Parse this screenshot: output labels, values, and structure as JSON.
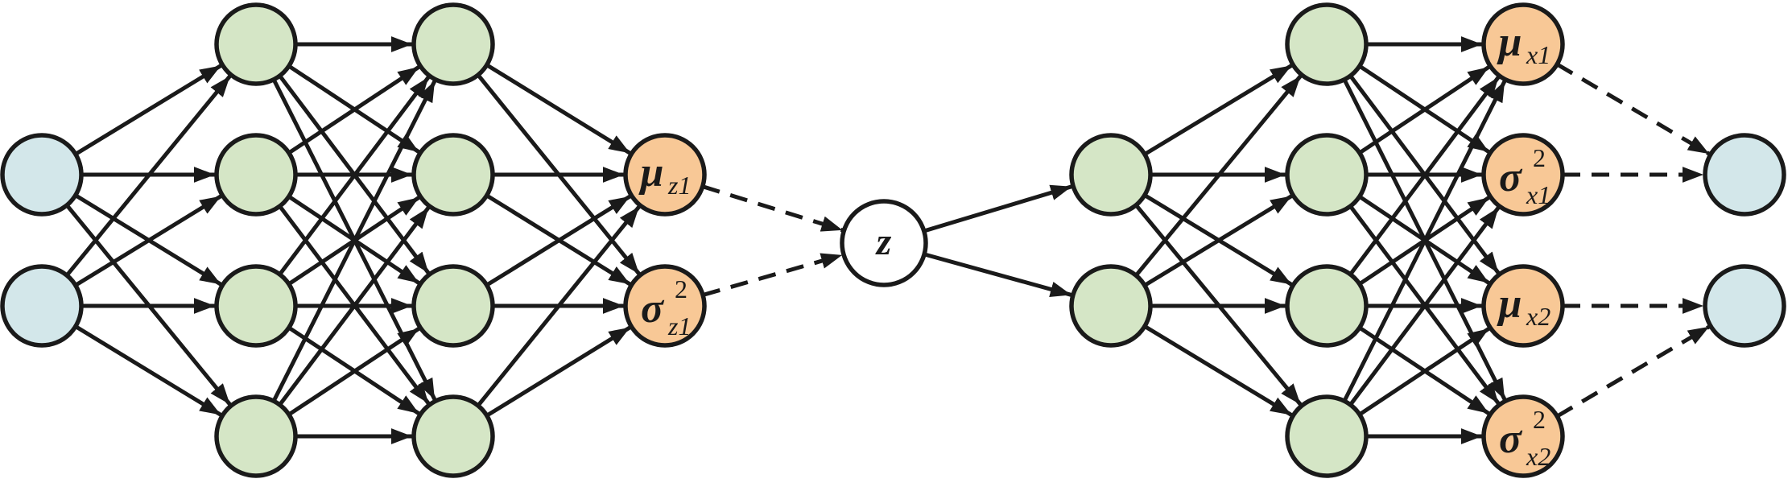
{
  "diagram": {
    "title": "Variational autoencoder network",
    "colors": {
      "input": "#d3e7ea",
      "hidden": "#d5e6c6",
      "param": "#f8c896",
      "latent": "#ffffff",
      "stroke": "#1a1a1a"
    },
    "layers": [
      {
        "id": "input",
        "role": "input",
        "nodes": [
          {
            "label": ""
          },
          {
            "label": ""
          }
        ]
      },
      {
        "id": "enc_h1",
        "role": "hidden",
        "nodes": [
          {
            "label": ""
          },
          {
            "label": ""
          },
          {
            "label": ""
          },
          {
            "label": ""
          }
        ]
      },
      {
        "id": "enc_h2",
        "role": "hidden",
        "nodes": [
          {
            "label": ""
          },
          {
            "label": ""
          },
          {
            "label": ""
          },
          {
            "label": ""
          }
        ]
      },
      {
        "id": "enc_out",
        "role": "param",
        "nodes": [
          {
            "label": "μ",
            "sub": "z1",
            "sup": ""
          },
          {
            "label": "σ",
            "sub": "z1",
            "sup": "2"
          }
        ]
      },
      {
        "id": "latent",
        "role": "latent",
        "nodes": [
          {
            "label": "z",
            "sub": "",
            "sup": ""
          }
        ]
      },
      {
        "id": "dec_h1",
        "role": "hidden",
        "nodes": [
          {
            "label": ""
          },
          {
            "label": ""
          }
        ]
      },
      {
        "id": "dec_h2",
        "role": "hidden",
        "nodes": [
          {
            "label": ""
          },
          {
            "label": ""
          },
          {
            "label": ""
          },
          {
            "label": ""
          }
        ]
      },
      {
        "id": "dec_out",
        "role": "param",
        "nodes": [
          {
            "label": "μ",
            "sub": "x1",
            "sup": ""
          },
          {
            "label": "σ",
            "sub": "x1",
            "sup": "2"
          },
          {
            "label": "μ",
            "sub": "x2",
            "sup": ""
          },
          {
            "label": "σ",
            "sub": "x2",
            "sup": "2"
          }
        ]
      },
      {
        "id": "output",
        "role": "input",
        "nodes": [
          {
            "label": ""
          },
          {
            "label": ""
          }
        ]
      }
    ],
    "connections": [
      {
        "from": "input",
        "to": "enc_h1",
        "type": "full",
        "style": "solid"
      },
      {
        "from": "enc_h1",
        "to": "enc_h2",
        "type": "full",
        "style": "solid"
      },
      {
        "from": "enc_h2",
        "to": "enc_out",
        "type": "full",
        "style": "solid"
      },
      {
        "from": "enc_out",
        "to": "latent",
        "type": "full",
        "style": "dashed"
      },
      {
        "from": "latent",
        "to": "dec_h1",
        "type": "full",
        "style": "solid"
      },
      {
        "from": "dec_h1",
        "to": "dec_h2",
        "type": "full",
        "style": "solid"
      },
      {
        "from": "dec_h2",
        "to": "dec_out",
        "type": "full",
        "style": "solid"
      },
      {
        "from": "dec_out",
        "to": "output",
        "type": "pairs",
        "pairs": [
          [
            0,
            0
          ],
          [
            1,
            0
          ],
          [
            2,
            1
          ],
          [
            3,
            1
          ]
        ],
        "style": "dashed"
      }
    ]
  }
}
